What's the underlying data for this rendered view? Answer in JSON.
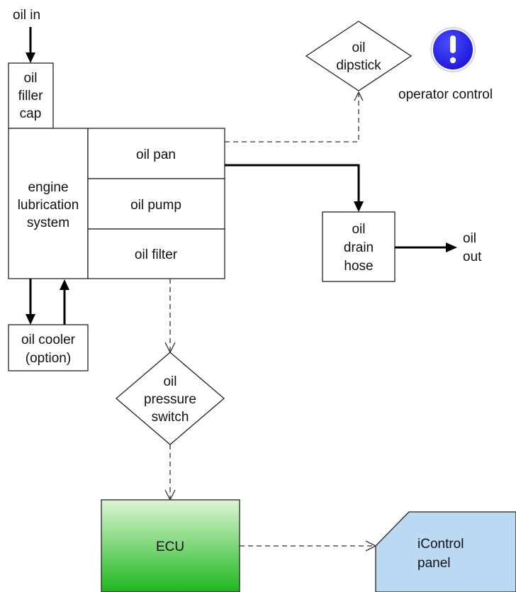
{
  "labels": {
    "oil_in": "oil in",
    "oil_filler_cap": [
      "oil",
      "filler",
      "cap"
    ],
    "engine_lubrication_system": [
      "engine",
      "lubrication",
      "system"
    ],
    "oil_pan": "oil pan",
    "oil_pump": "oil pump",
    "oil_filter": "oil filter",
    "oil_cooler": [
      "oil cooler",
      "(option)"
    ],
    "oil_dipstick": [
      "oil",
      "dipstick"
    ],
    "operator_control": "operator control",
    "oil_drain_hose": [
      "oil",
      "drain",
      "hose"
    ],
    "oil_out": [
      "oil",
      "out"
    ],
    "oil_pressure_switch": [
      "oil",
      "pressure",
      "switch"
    ],
    "ecu": "ECU",
    "icontrol_panel": [
      "iControl",
      "panel"
    ]
  },
  "colors": {
    "ecu_fill_top": "#ddf5d4",
    "ecu_fill_bottom": "#1fb81f",
    "icontrol_fill": "#bcd9f4",
    "operator_icon": "#1a14d8"
  },
  "icons": {
    "operator_control": "exclamation-circle-icon"
  }
}
